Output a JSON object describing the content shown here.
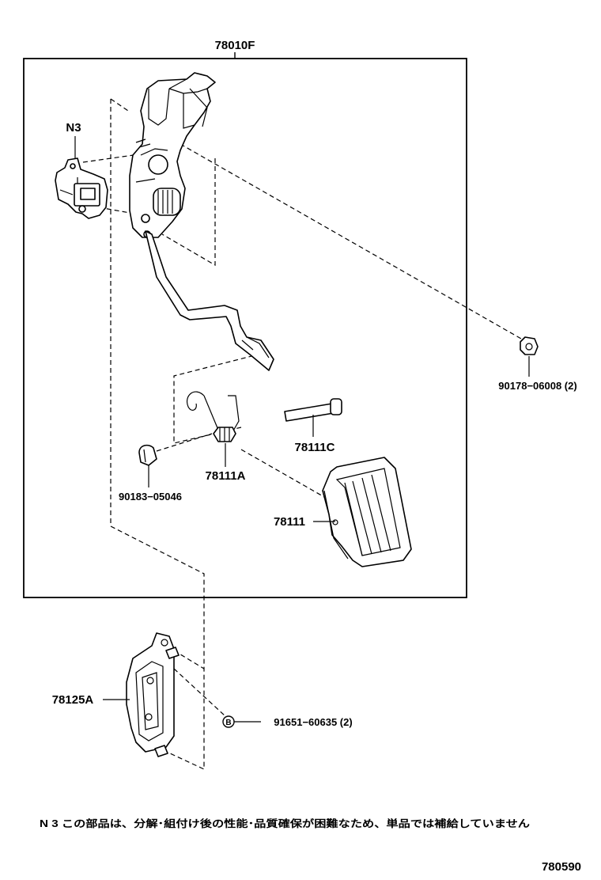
{
  "labels": {
    "assembly": "78010F",
    "n3": "N3",
    "nut": "90178−06008 (2)",
    "pin": "78111C",
    "spring": "78111A",
    "clip": "90183−05046",
    "pad": "78111",
    "bracket": "78125A",
    "bolt_marker": "B",
    "bolt": "91651−60635 (2)",
    "footnote": "N 3 この部品は、分解･組付け後の性能･品質確保が困難なため、単品では補給していません",
    "diagram_code": "780590"
  }
}
